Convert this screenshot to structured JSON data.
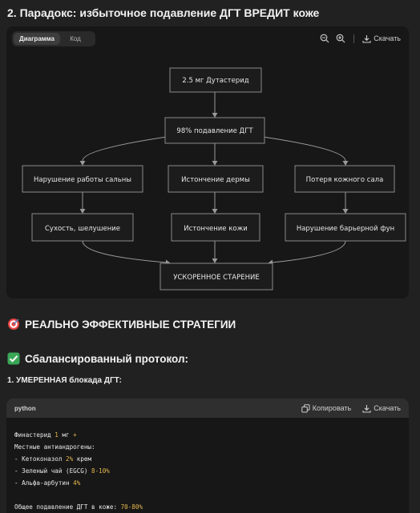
{
  "section_title": "2. Парадокс: избыточное подавление ДГТ ВРЕДИТ коже",
  "diagram_card": {
    "tabs": [
      {
        "label": "Диаграмма"
      },
      {
        "label": "Код"
      }
    ],
    "download_label": "Скачать",
    "nodes": {
      "dutasteride": "2.5 мг Дутастерид",
      "suppression": "98% подавление ДГТ",
      "sebaceous": "Нарушение работы сальны",
      "dermis": "Истончение дермы",
      "sebum_loss": "Потеря кожного сала",
      "dryness": "Сухость, шелушение",
      "skin_thinning": "Истончение кожи",
      "barrier": "Нарушение барьерной фун",
      "aging": "УСКОРЕННОЕ СТАРЕНИЕ"
    }
  },
  "strategies_heading": "РЕАЛЬНО ЭФФЕКТИВНЫЕ СТРАТЕГИИ",
  "protocol_heading": "Сбалансированный протокол:",
  "item1_label": "1. УМЕРЕННАЯ блокада ДГТ:",
  "code_block": {
    "language": "python",
    "copy_label": "Копировать",
    "download_label": "Скачать",
    "lines": {
      "l1a": "Финастерид ",
      "l1n": "1",
      "l1b": " мг ",
      "l1p": "+",
      "l2": "Местные антиандрогены:",
      "l3a": "- Кетоконазол ",
      "l3n": "2%",
      "l3b": " крем",
      "l4a": "- Зеленый чай (EGCG) ",
      "l4n": "8-10%",
      "l5a": "- Альфа-арбутин ",
      "l5n": "4%",
      "l6a": "Общее подавление ДГТ в коже: ",
      "l6n": "70-80%"
    }
  },
  "colors": {
    "background": "#212121",
    "card": "#171717",
    "accent_number": "#e6b84f"
  }
}
